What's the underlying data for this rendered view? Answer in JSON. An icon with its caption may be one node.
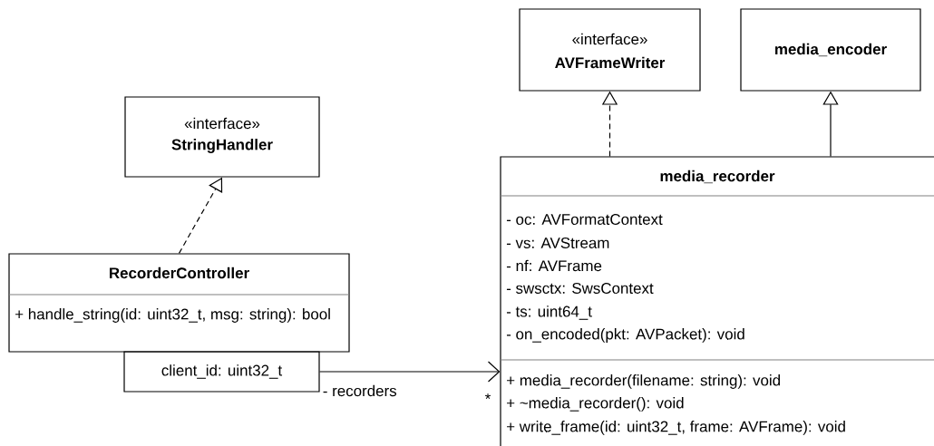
{
  "diagram": {
    "nodes": [
      {
        "text": [
          "«interface»",
          "StringHandler"
        ]
      },
      {
        "text": [
          "RecorderController",
          "+ handle_string(id: uint32_t, msg: string): bool"
        ]
      },
      {
        "text": [
          "client_id: uint32_t"
        ]
      },
      {
        "text": [
          "«interface»",
          "AVFrameWriter"
        ]
      },
      {
        "text": [
          "media_encoder"
        ]
      },
      {
        "text": [
          "media_recorder",
          "- oc: AVFormatContext",
          "- vs: AVStream",
          "- nf: AVFrame",
          "- swsctx: SwsContext",
          "- ts: uint64_t",
          "- on_encoded(pkt: AVPacket): void",
          "+ media_recorder(filename: string): void",
          "+ ~media_recorder(): void",
          "+ write_frame(id: uint32_t, frame: AVFrame): void"
        ]
      }
    ],
    "edges": [
      {
        "from": 1,
        "to": 0,
        "arrow": "to",
        "style": "dashed"
      },
      {
        "from": 5,
        "to": 3,
        "arrow": "to",
        "style": "dashed"
      },
      {
        "from": 5,
        "to": 4,
        "arrow": "to"
      },
      {
        "from": 2,
        "to": 5,
        "arrow": "to",
        "label": "- recorders"
      }
    ],
    "labels": [
      "*"
    ]
  }
}
